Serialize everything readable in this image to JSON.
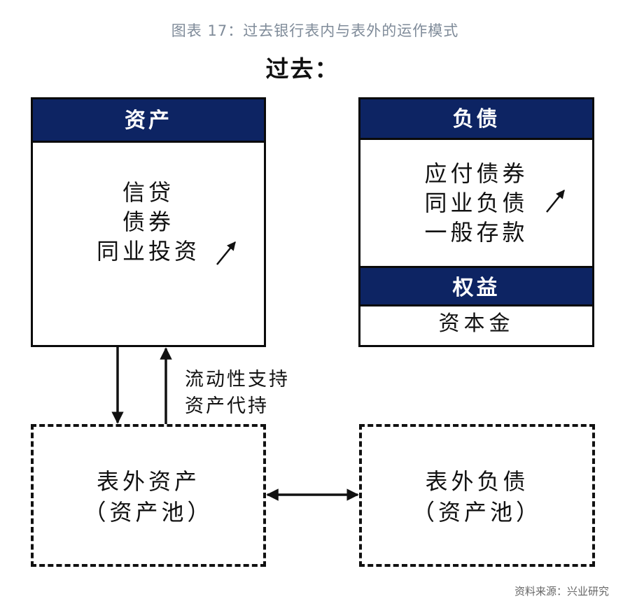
{
  "caption": "图表 17：过去银行表内与表外的运作模式",
  "heading": "过去：",
  "assets": {
    "header": "资产",
    "items": [
      "信贷",
      "债券",
      "同业投资"
    ]
  },
  "liabilities": {
    "header": "负债",
    "items": [
      "应付债券",
      "同业负债",
      "一般存款"
    ]
  },
  "equity": {
    "header": "权益",
    "item": "资本金"
  },
  "flow_labels": [
    "流动性支持",
    "资产代持"
  ],
  "off_balance_assets": {
    "line1": "表外资产",
    "line2": "（资产池）"
  },
  "off_balance_liabilities": {
    "line1": "表外负债",
    "line2": "（资产池）"
  },
  "source": "资料来源：兴业研究",
  "colors": {
    "header_bg": "#0d2463",
    "caption": "#7f8b99"
  }
}
